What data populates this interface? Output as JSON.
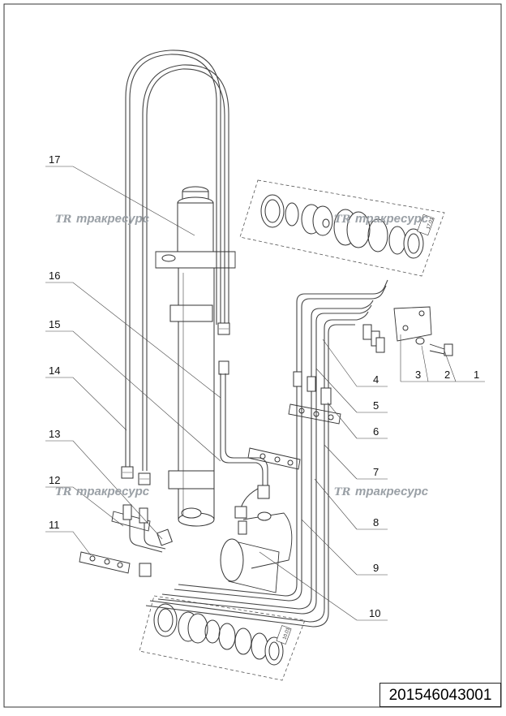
{
  "document_number": "201546043001",
  "watermark": {
    "logo": "TR",
    "text": "тракресурс"
  },
  "callouts": [
    "1",
    "2",
    "3",
    "4",
    "5",
    "6",
    "7",
    "8",
    "9",
    "10",
    "11",
    "12",
    "13",
    "14",
    "15",
    "16",
    "17"
  ],
  "kits": {
    "upper": "17.01",
    "lower": "10.01"
  },
  "colors": {
    "line": "#333333",
    "watermark": "#9aa0a6"
  }
}
